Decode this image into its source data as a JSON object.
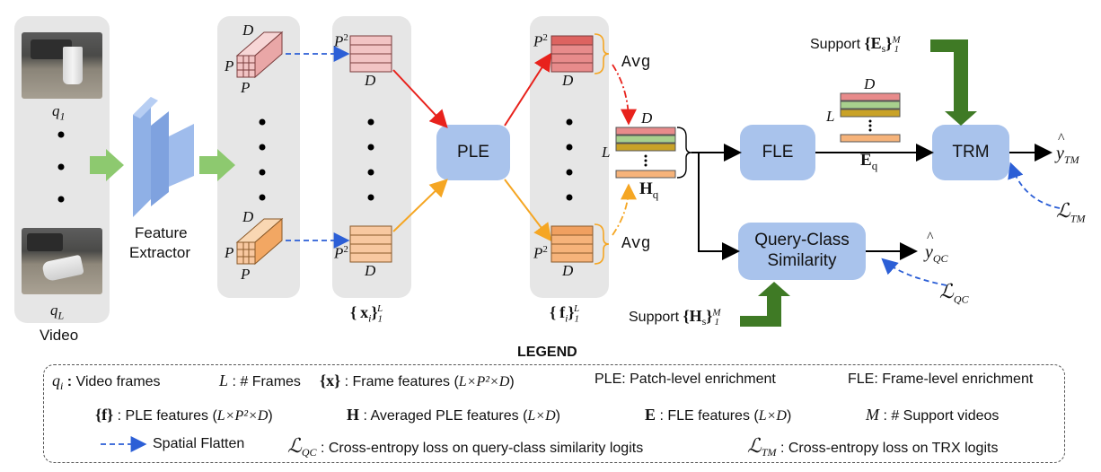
{
  "video": {
    "q1_label": "q",
    "q1_sub": "1",
    "qL_label": "q",
    "qL_sub": "L",
    "caption": "Video"
  },
  "extractor": {
    "line1": "Feature",
    "line2": "Extractor"
  },
  "patch_labels": {
    "D": "D",
    "P": "P",
    "P2": "P",
    "sup2": "2"
  },
  "x_set": {
    "open": "{",
    "symbol": "x",
    "sub": "i",
    "close": "}",
    "sub2": "1",
    "sup": "L"
  },
  "f_set": {
    "open": "{",
    "symbol": "f",
    "sub": "i",
    "close": "}",
    "sub2": "1",
    "sup": "L"
  },
  "ple_label": "PLE",
  "fle_label": "FLE",
  "trm_label": "TRM",
  "qcs_label_line1": "Query-Class",
  "qcs_label_line2": "Similarity",
  "avg_top": "Avg",
  "avg_bottom": "Avg",
  "H_label": {
    "main": "H",
    "sub": "q"
  },
  "E_label": {
    "main": "E",
    "sub": "q"
  },
  "L_label": "L",
  "D_label": "D",
  "support_E": {
    "text": "Support",
    "open": "{",
    "main": "E",
    "sub": "s",
    "close": "}",
    "sup": "M",
    "sub2": "1"
  },
  "support_H": {
    "text": "Support",
    "open": "{",
    "main": "H",
    "sub": "s",
    "close": "}",
    "sup": "M",
    "sub2": "1"
  },
  "y_tm": {
    "main": "y",
    "hat": "^",
    "sub": "TM"
  },
  "y_qc": {
    "main": "y",
    "hat": "^",
    "sub": "QC"
  },
  "loss_tm": {
    "main": "ℒ",
    "sub": "TM"
  },
  "loss_qc": {
    "main": "ℒ",
    "sub": "QC"
  },
  "legend": {
    "title": "LEGEND",
    "r1": {
      "a_sym": "q",
      "a_sub": "i",
      "a_text": " Video frames",
      "b_sym": "L",
      "b_text": " : # Frames",
      "c_sym": "{x}",
      "c_text": " : Frame features (",
      "c_dim": "L×P²×D",
      "c_end": ")",
      "d_text": "PLE: Patch-level enrichment",
      "e_text": "FLE: Frame-level enrichment"
    },
    "r2": {
      "a_sym": "{f}",
      "a_text": " : PLE features (",
      "a_dim": "L×P²×D",
      "a_end": ")",
      "b_sym": "H",
      "b_text": " : Averaged PLE features (",
      "b_dim": "L×D",
      "b_end": ")",
      "c_sym": "E",
      "c_text": " : FLE features (",
      "c_dim": "L×D",
      "c_end": ")",
      "d_sym": "M",
      "d_text": " : # Support videos"
    },
    "r3": {
      "a_text": "Spatial Flatten",
      "b_sym": "ℒ",
      "b_sub": "QC",
      "b_text": " : Cross-entropy loss on query-class similarity logits",
      "c_sym": "ℒ",
      "c_sub": "TM",
      "c_text": " : Cross-entropy loss on TRX logits"
    }
  },
  "colors": {
    "panel": "#e6e6e6",
    "module": "#a9c3ec",
    "green_arrow": "#8dc96f",
    "dark_green": "#3f7a25",
    "red": "#e8221c",
    "orange": "#f5a623",
    "blue_dash": "#2c5fd6",
    "pink": "#f2c4c4",
    "peach": "#f8c8a0"
  }
}
